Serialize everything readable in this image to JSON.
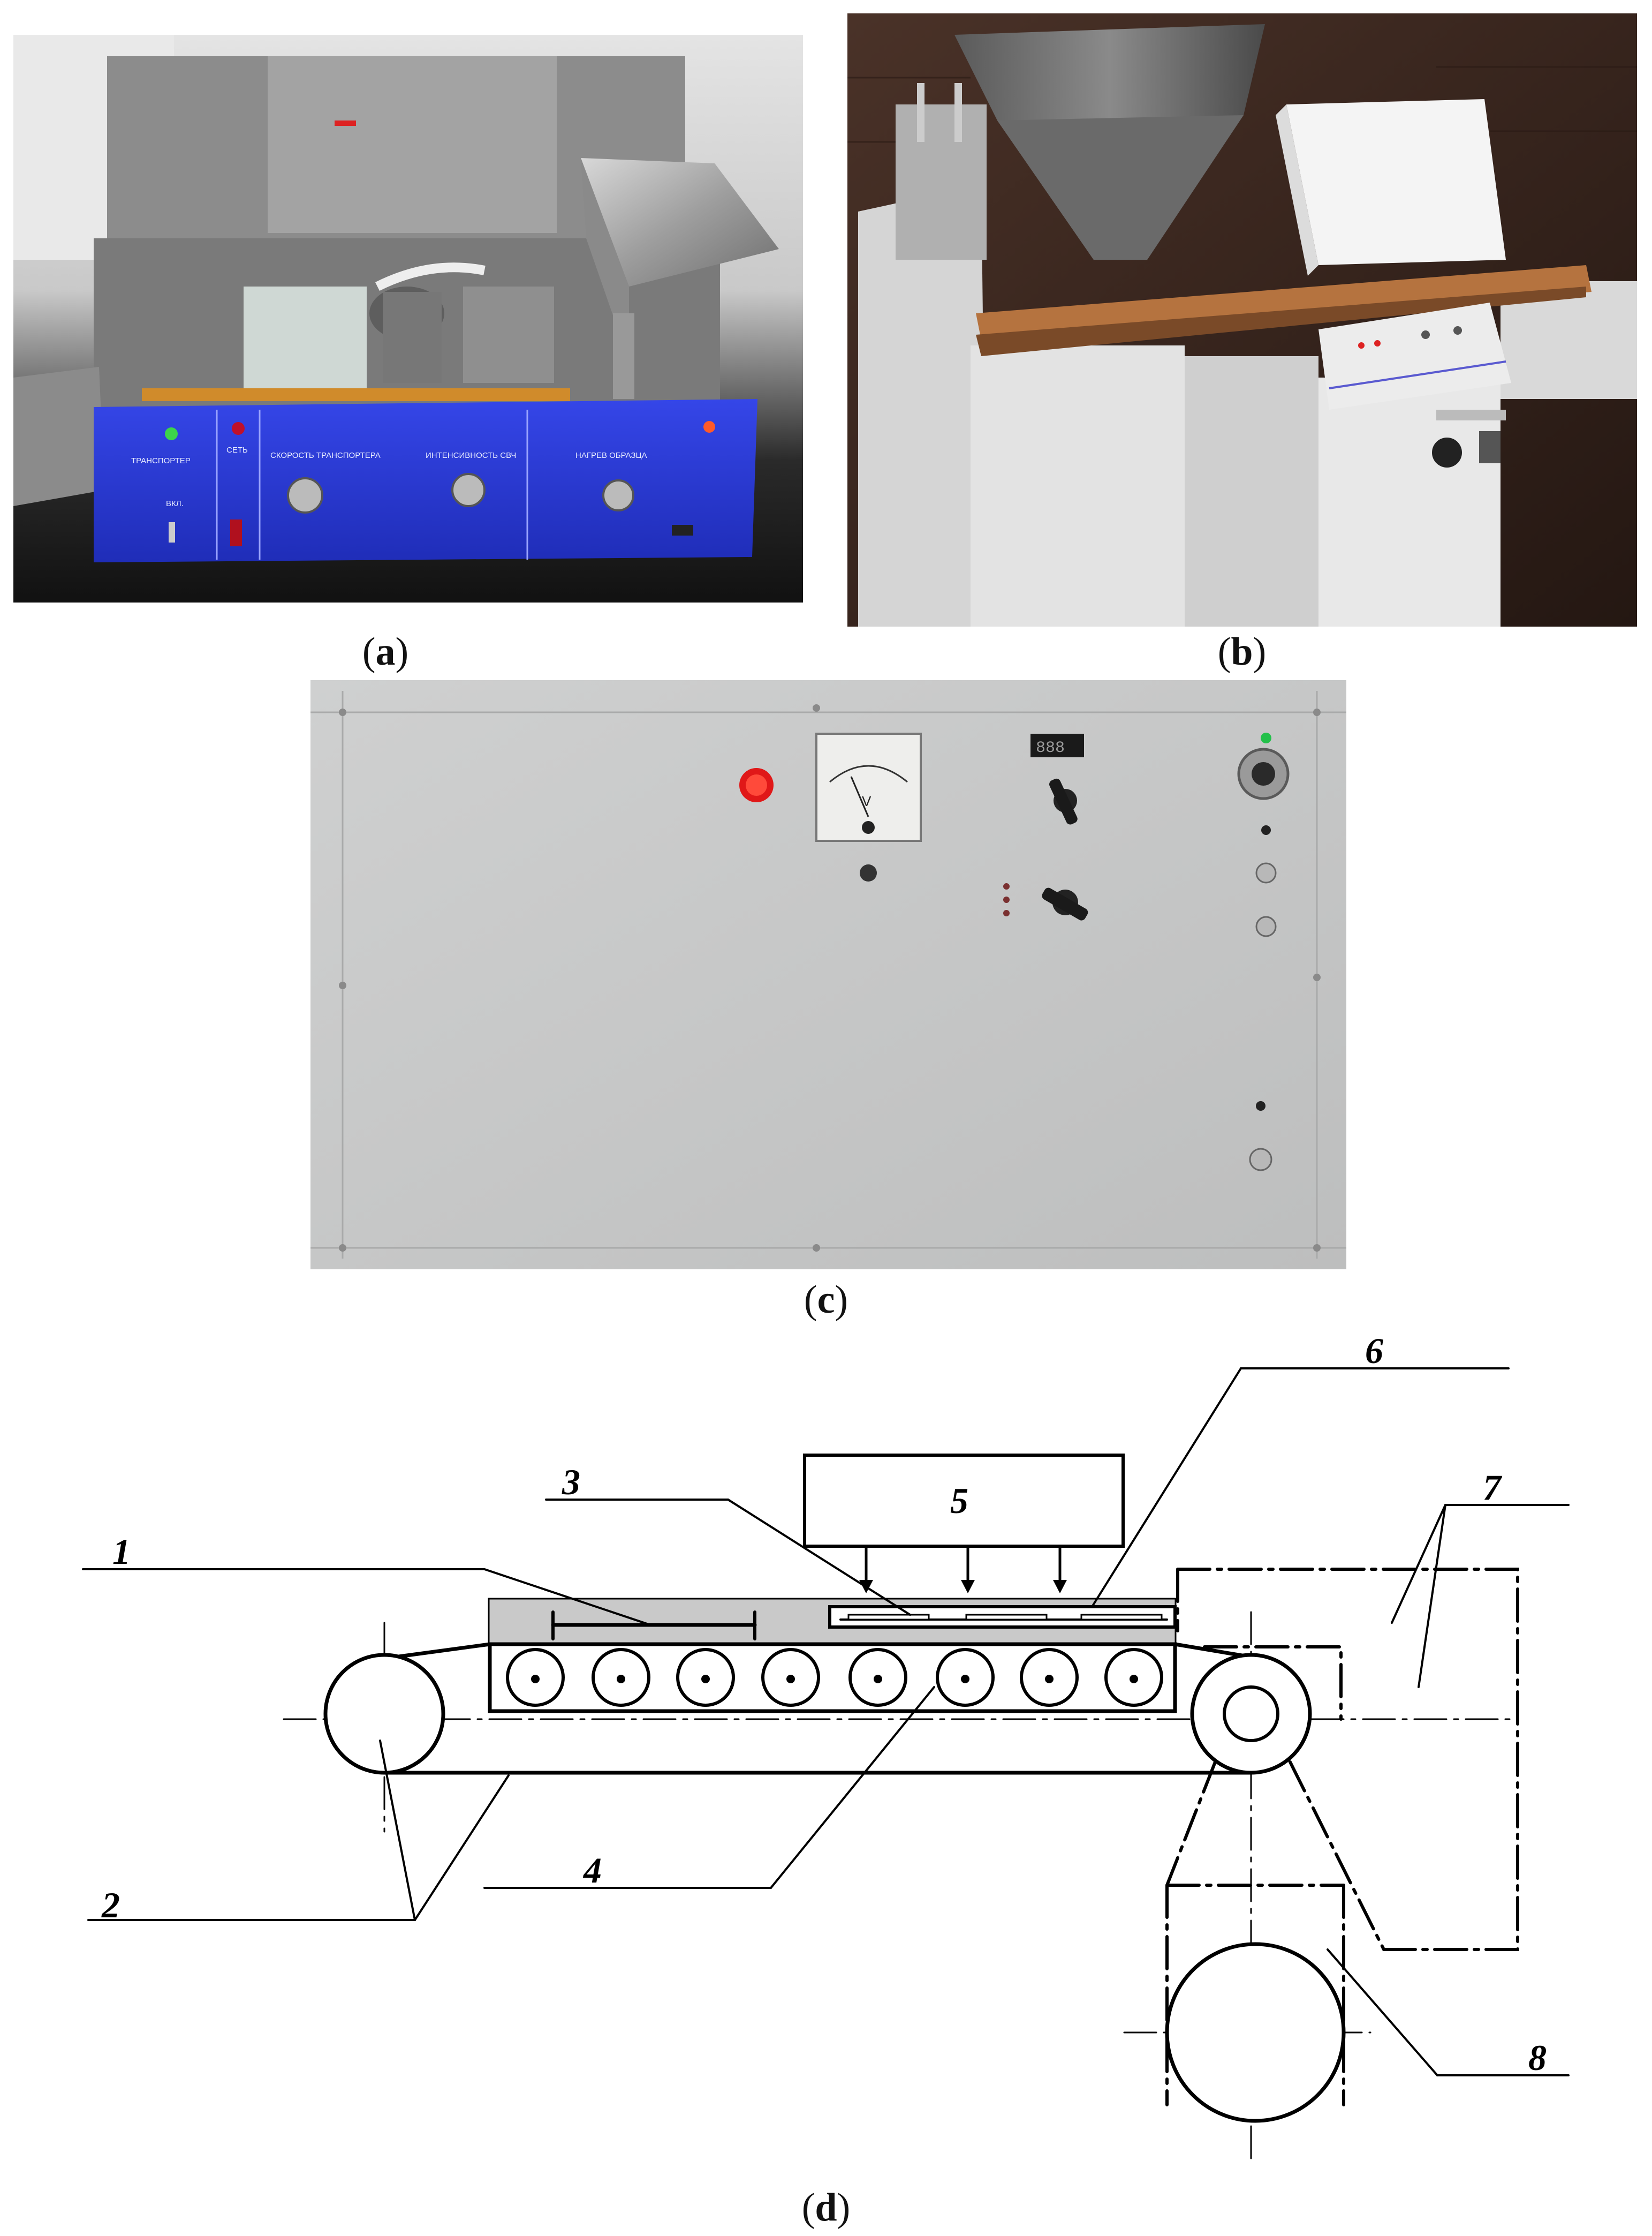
{
  "figure": {
    "panels": [
      {
        "id": "a",
        "caption_open": "(",
        "caption_letter": "a",
        "caption_close": ")"
      },
      {
        "id": "b",
        "caption_open": "(",
        "caption_letter": "b",
        "caption_close": ")"
      },
      {
        "id": "c",
        "caption_open": "(",
        "caption_letter": "c",
        "caption_close": ")"
      },
      {
        "id": "d",
        "caption_open": "(",
        "caption_letter": "d",
        "caption_close": ")"
      }
    ],
    "photo_a": {
      "panel_labels": [
        "ТРАНСПОРТЕР",
        "СЕТЬ",
        "СКОРОСТЬ ТРАНСПОРТЕРА",
        "ИНТЕНСИВНОСТЬ СВЧ",
        "НАГРЕВ ОБРАЗЦА",
        "ВКЛ."
      ],
      "colors": {
        "panel": "#2a3bd6",
        "metal": "#a8a8a8",
        "bg": "#1b1b1b"
      }
    },
    "photo_b": {
      "colors": {
        "body": "#e8e8e8",
        "bg": "#3a2a22",
        "conveyor": "#b5733f"
      }
    },
    "photo_c": {
      "meter_symbol": "V",
      "display_value": "888",
      "colors": {
        "panel": "#c8c9c9",
        "lamp": "#e01818"
      }
    },
    "diagram_d": {
      "labels": {
        "l1": "1",
        "l2": "2",
        "l3": "3",
        "l4": "4",
        "l5": "5",
        "l6": "6",
        "l7": "7",
        "l8": "8"
      }
    }
  }
}
